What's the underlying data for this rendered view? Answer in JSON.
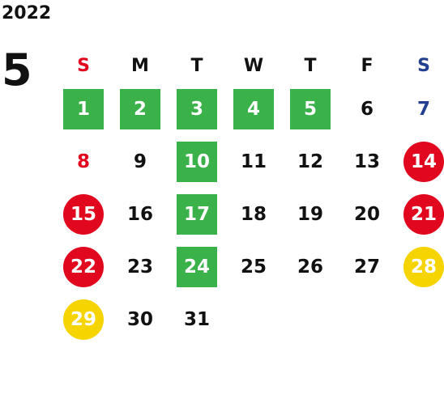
{
  "calendar": {
    "year": "2022",
    "month": "5"
  },
  "weekdays": [
    "S",
    "M",
    "T",
    "W",
    "T",
    "F",
    "S"
  ],
  "colors": {
    "green": "#3bb14a",
    "red": "#e1071f",
    "yellow": "#f6d400",
    "blue": "#233f8f",
    "text": "#111111"
  },
  "days": [
    [
      "1",
      "2",
      "3",
      "4",
      "5",
      "6",
      "7"
    ],
    [
      "8",
      "9",
      "10",
      "11",
      "12",
      "13",
      "14"
    ],
    [
      "15",
      "16",
      "17",
      "18",
      "19",
      "20",
      "21"
    ],
    [
      "22",
      "23",
      "24",
      "25",
      "26",
      "27",
      "28"
    ],
    [
      "29",
      "30",
      "31",
      "",
      "",
      "",
      ""
    ]
  ]
}
